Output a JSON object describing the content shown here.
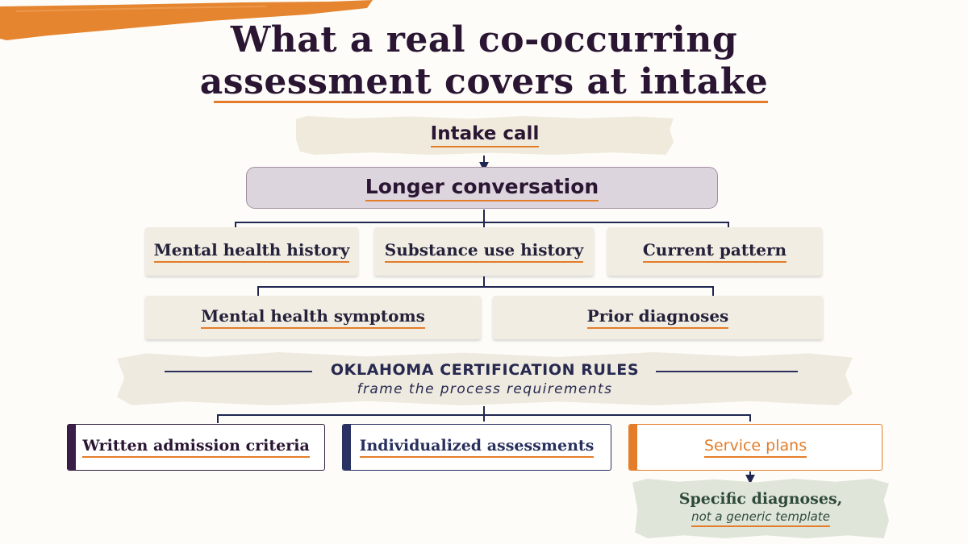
{
  "title": {
    "line1": "What a real co-occurring",
    "line2": "assessment covers at intake"
  },
  "nodes": {
    "intake_call": "Intake call",
    "longer_conversation": "Longer conversation",
    "mental_health_history": "Mental health history",
    "substance_use_history": "Substance use history",
    "current_pattern": "Current pattern",
    "mental_health_symptoms": "Mental health symptoms",
    "prior_diagnoses": "Prior diagnoses",
    "written_admission_criteria": "Written admission criteria",
    "individualized_assessments": "Individualized assessments",
    "service_plans": "Service plans",
    "specific_diagnoses": "Specific diagnoses,",
    "not_generic_template": "not a generic template"
  },
  "rules_band": {
    "heading": "OKLAHOMA CERTIFICATION RULES",
    "subheading": "frame the process requirements"
  },
  "colors": {
    "title": "#2a1533",
    "accent_orange": "#e37d2a",
    "navy": "#2a2e5a",
    "plum_fill": "#ddd5dd",
    "green_note": "#dfe5d8"
  }
}
